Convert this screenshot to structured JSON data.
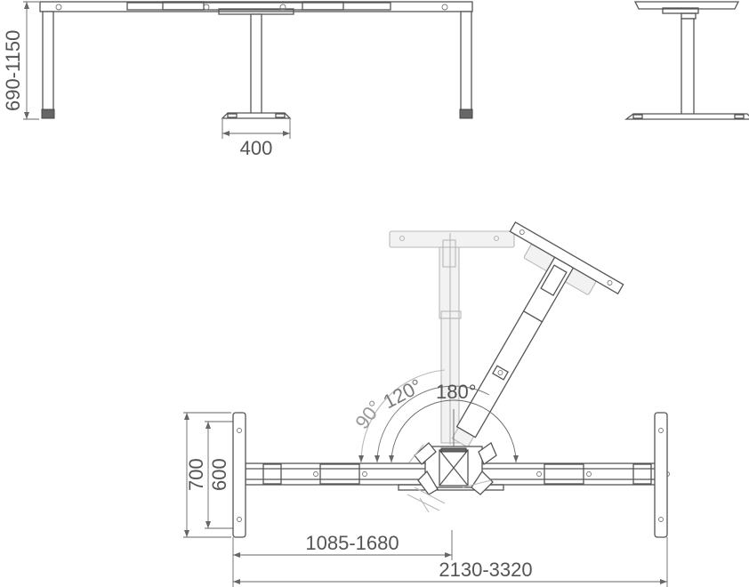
{
  "dimensions": {
    "height_range": "690-1150",
    "foot_width": "400",
    "width_700": "700",
    "width_600": "600",
    "length_half": "1085-1680",
    "length_total": "2130-3320"
  },
  "angles": {
    "a90": "90°",
    "a120": "120°",
    "a180": "180°"
  }
}
